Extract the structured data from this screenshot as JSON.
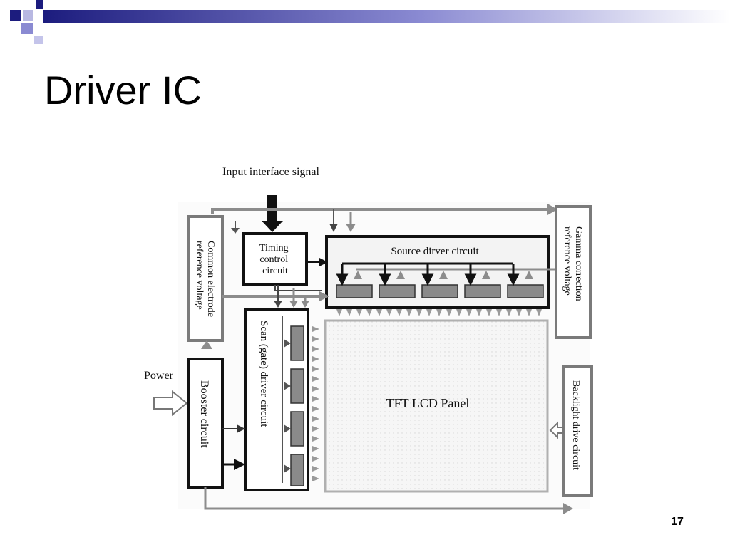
{
  "slide": {
    "title": "Driver IC",
    "page_number": "17"
  },
  "diagram": {
    "input_signal_label": "Input interface signal",
    "power_label": "Power",
    "common_electrode": [
      "Common electrode",
      "reference voltage"
    ],
    "timing_control": [
      "Timing",
      "control",
      "circuit"
    ],
    "source_driver": "Source dirver circuit",
    "gamma_correction": [
      "Gamma correction",
      "reference voltage"
    ],
    "scan_driver": "Scan (gate) driver circuit",
    "booster": "Booster circuit",
    "panel": "TFT LCD Panel",
    "backlight": "Backlight drive circuit"
  },
  "colors": {
    "accent_navy": "#1c1c7e",
    "accent_periwinkle": "#8a8ad2",
    "block_gray": "#8a8a8a",
    "line_gray": "#8c8c8c"
  }
}
